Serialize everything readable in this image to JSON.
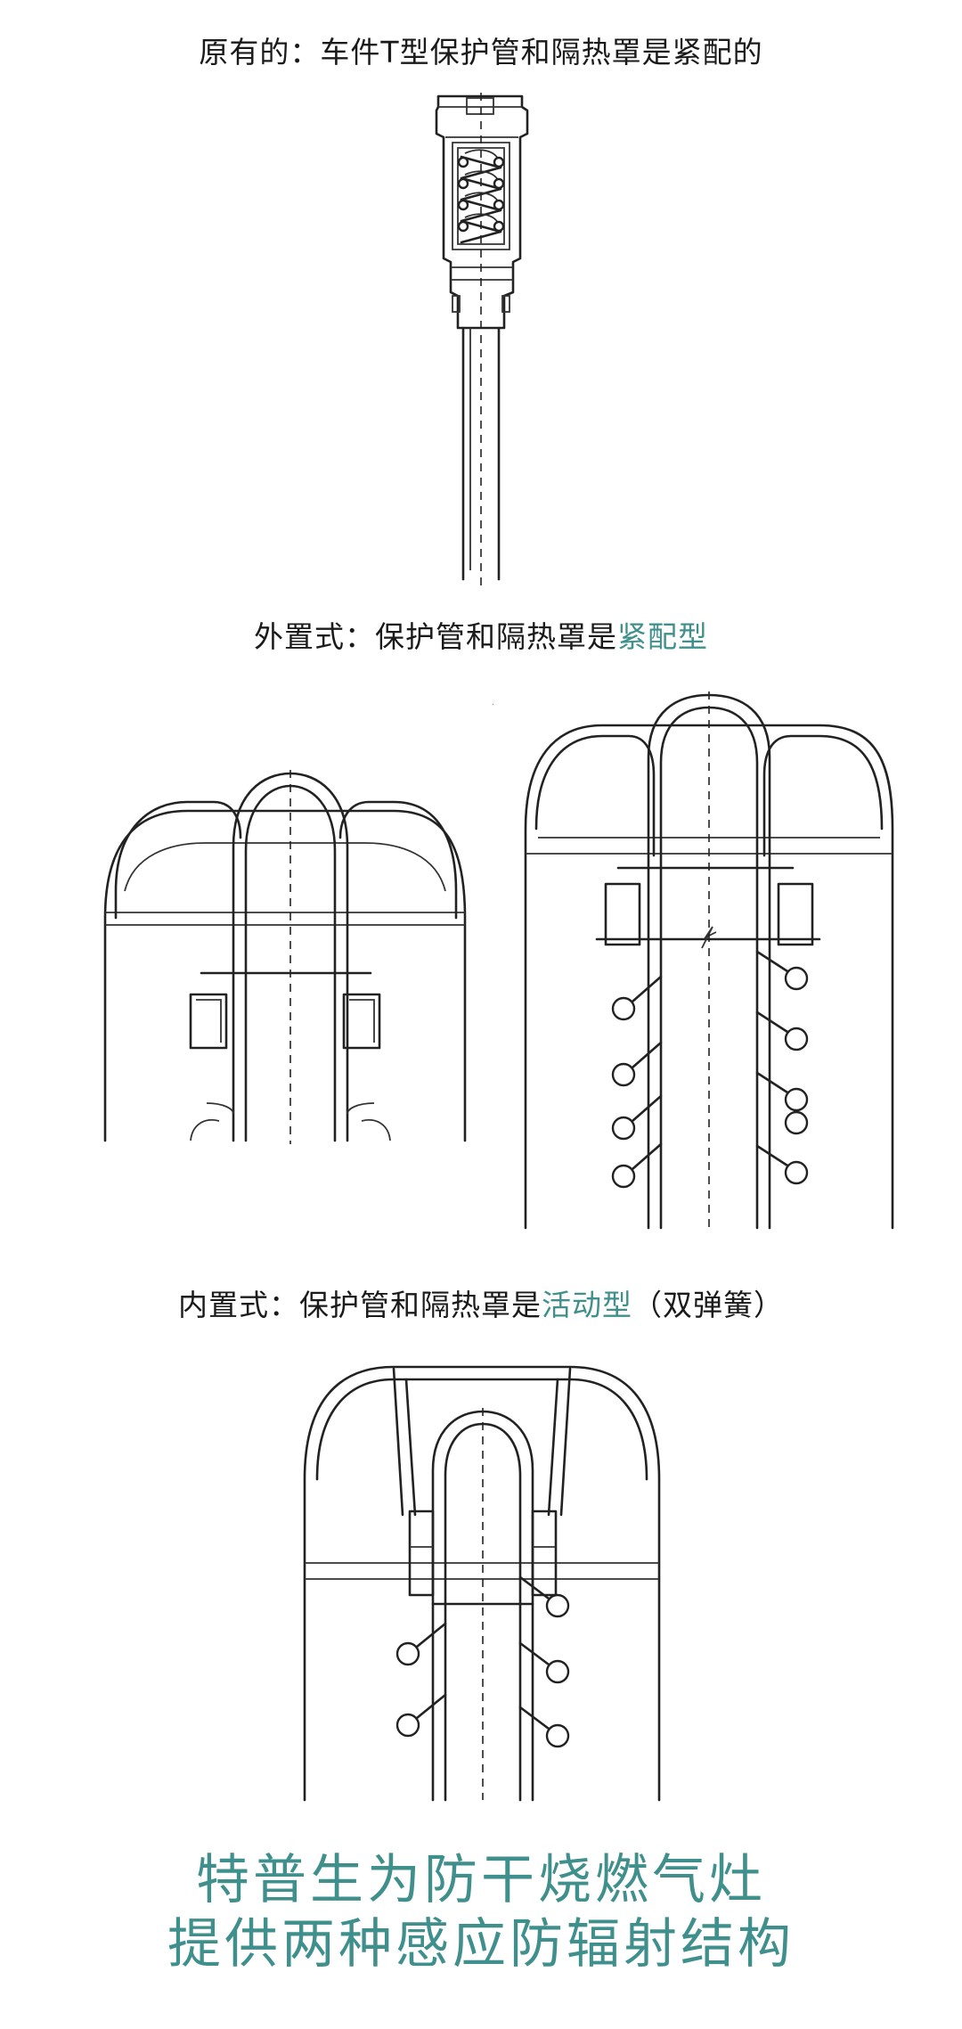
{
  "colors": {
    "accent": "#3f8f8c",
    "ink": "#1a1a1a"
  },
  "captions": {
    "original": "原有的：车件T型保护管和隔热罩是紧配的",
    "external_prefix": "外置式：保护管和隔热罩是",
    "external_highlight": "紧配型",
    "internal_prefix": "内置式：保护管和隔热罩是",
    "internal_highlight": "活动型",
    "internal_suffix": "（双弹簧）"
  },
  "footer": {
    "line1": "特普生为防干烧燃气灶",
    "line2": "提供两种感应防辐射结构"
  }
}
